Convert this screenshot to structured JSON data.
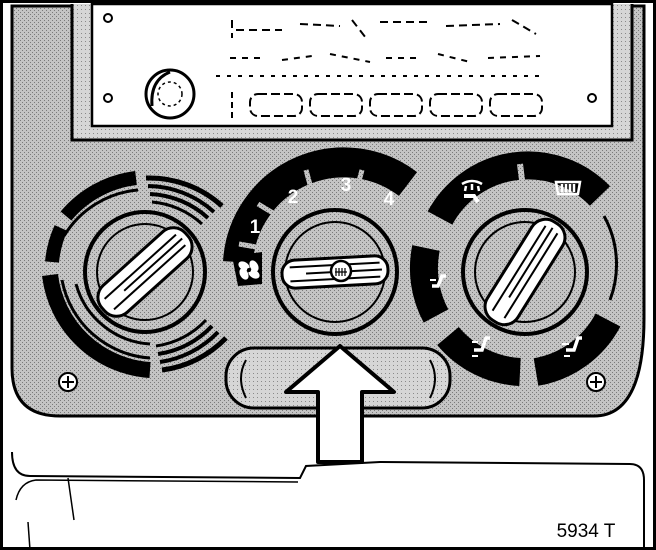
{
  "figure": {
    "figure_id": "5934 T"
  },
  "fan_dial": {
    "speed_labels": [
      "1",
      "2",
      "3",
      "4"
    ],
    "fan_symbol": "fan-icon"
  },
  "temperature_dial": {
    "scale": "cold-to-hot"
  },
  "distribution_dial": {
    "modes": [
      "windscreen-icon",
      "rear-defrost-icon",
      "face-vent-icon",
      "footwell-icon",
      "face-and-feet-icon"
    ]
  },
  "colors": {
    "panel": "#bdbdbd",
    "ink": "#000000",
    "paper": "#ffffff"
  }
}
